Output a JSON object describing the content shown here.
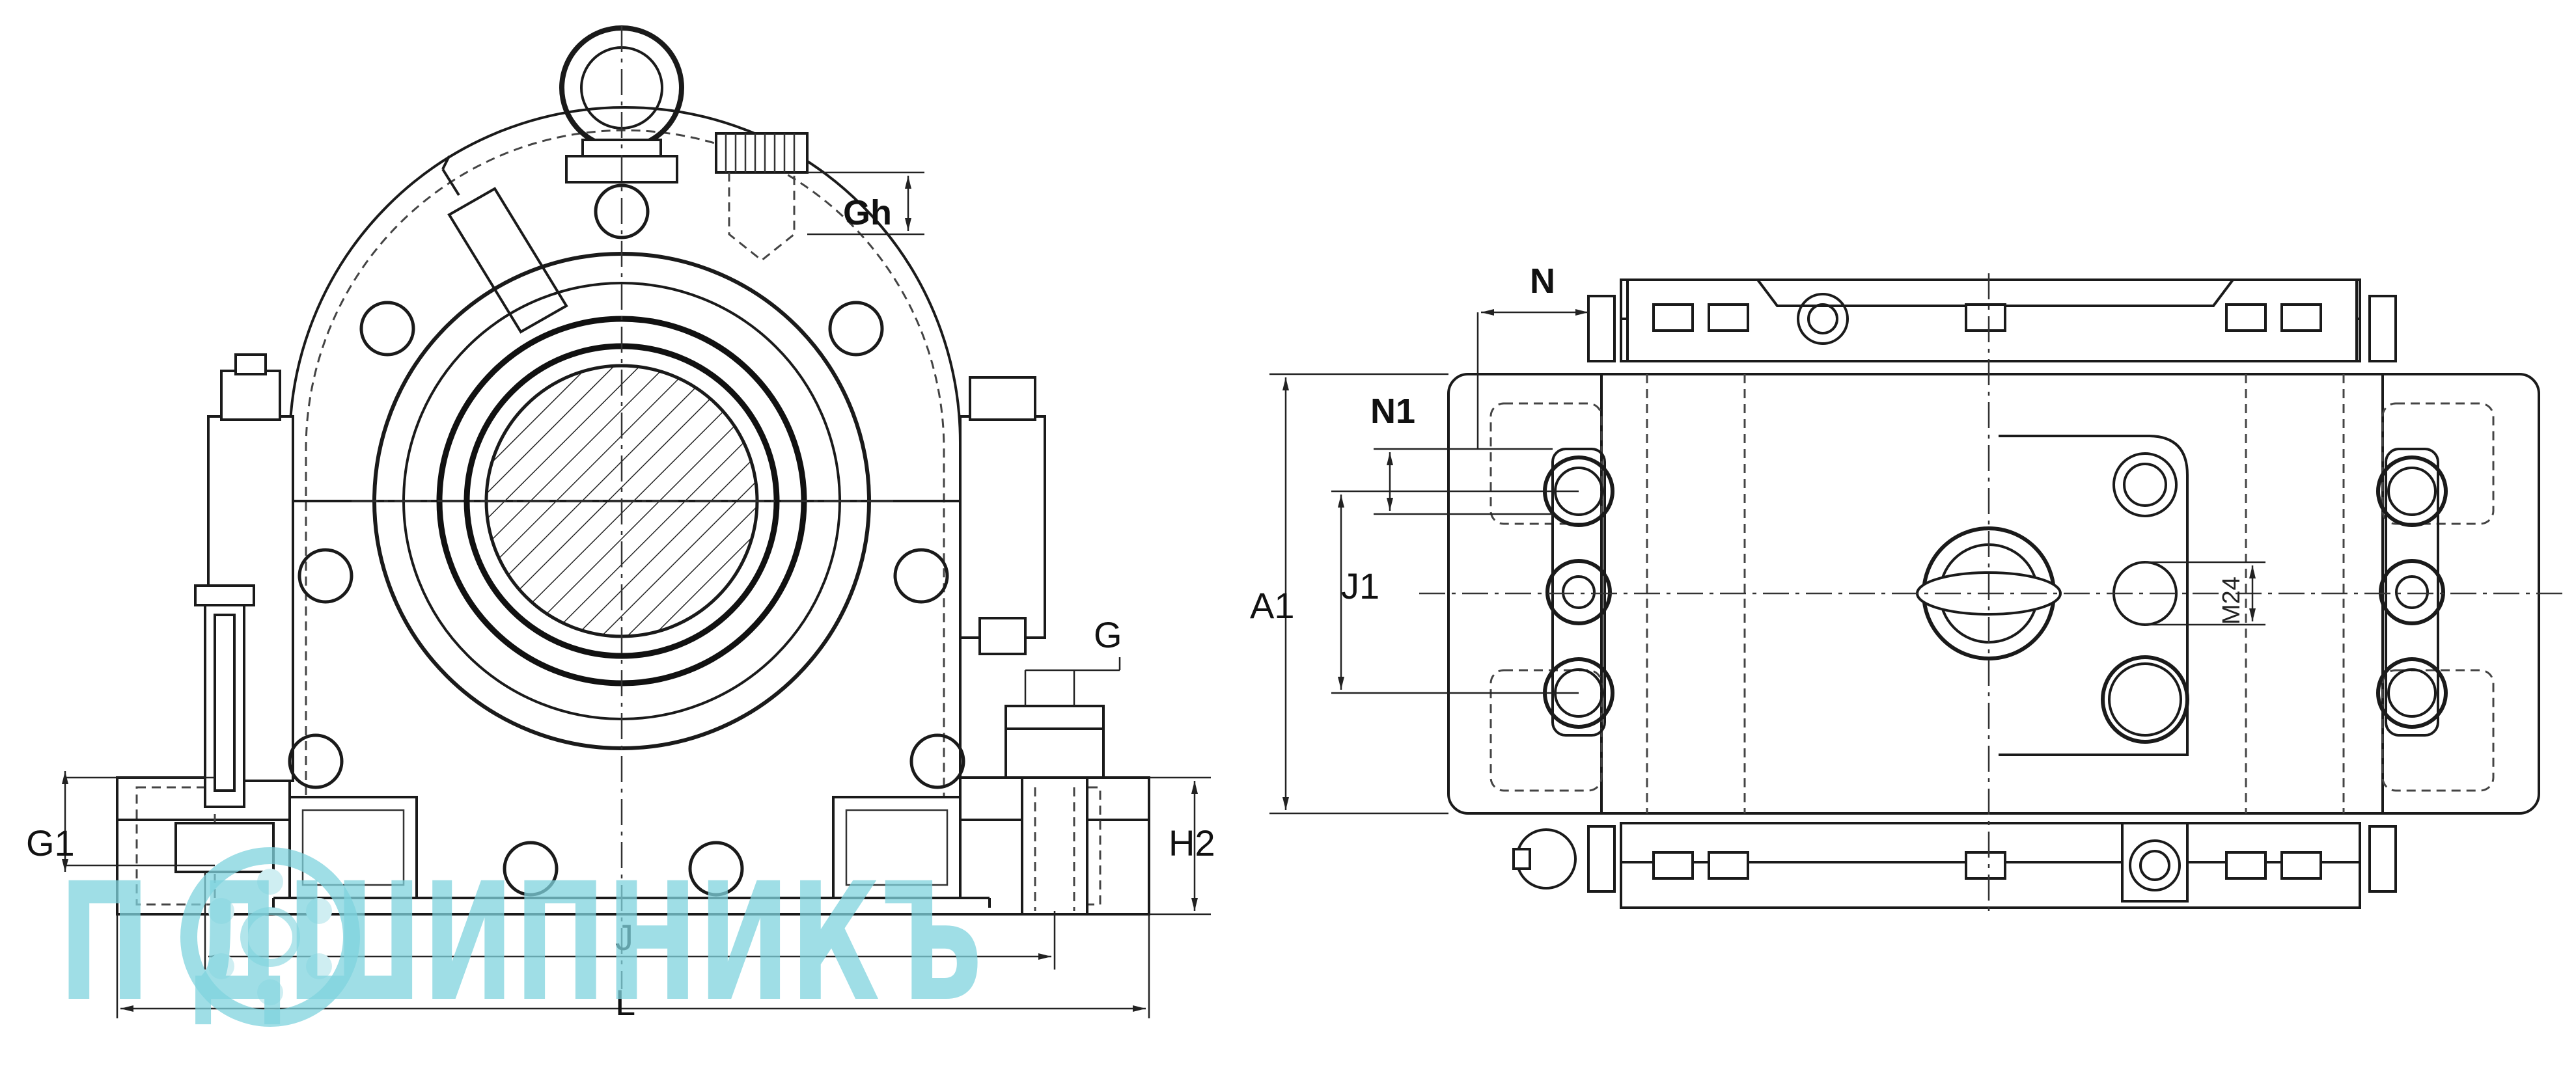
{
  "labels": {
    "gh": "Gh",
    "g": "G",
    "g1": "G1",
    "h2": "H2",
    "j": "J",
    "l": "L",
    "n": "N",
    "n1": "N1",
    "a1": "A1",
    "j1": "J1",
    "m24": "M24"
  },
  "watermark": {
    "text": "П ДШИПНИКЪ",
    "color": "#7fd3de"
  },
  "colors": {
    "line": "#1a1a1a",
    "background": "#ffffff"
  }
}
